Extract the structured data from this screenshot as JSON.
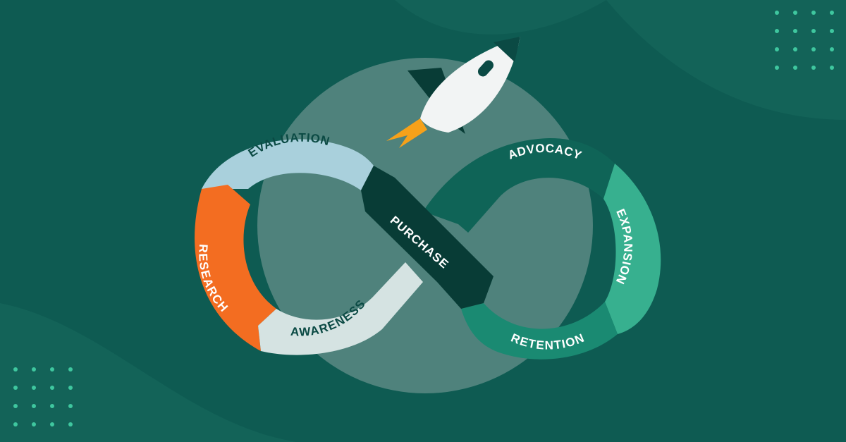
{
  "diagram": {
    "stages": [
      {
        "key": "evaluation",
        "label": "EVALUATION"
      },
      {
        "key": "research",
        "label": "RESEARCH"
      },
      {
        "key": "awareness",
        "label": "AWARENESS"
      },
      {
        "key": "purchase",
        "label": "PURCHASE"
      },
      {
        "key": "advocacy",
        "label": "ADVOCACY"
      },
      {
        "key": "expansion",
        "label": "EXPANSION"
      },
      {
        "key": "retention",
        "label": "RETENTION"
      }
    ]
  },
  "colors": {
    "background": "#0e5b52",
    "background_light": "#17695e",
    "center_circle": "#5b8a84",
    "evaluation": "#a9d0dc",
    "research": "#f36d21",
    "awareness": "#d5e3e2",
    "purchase": "#083c36",
    "advocacy": "#0f6457",
    "expansion": "#37b08f",
    "retention": "#1a8a72",
    "dark_text": "#0b4a44",
    "light_text": "#ffffff",
    "dots": "#3fc79f",
    "rocket_body": "#f2f4f4",
    "rocket_flame": "#f6a11a"
  },
  "icons": [
    "rocket-icon",
    "dot-grid-decoration"
  ]
}
